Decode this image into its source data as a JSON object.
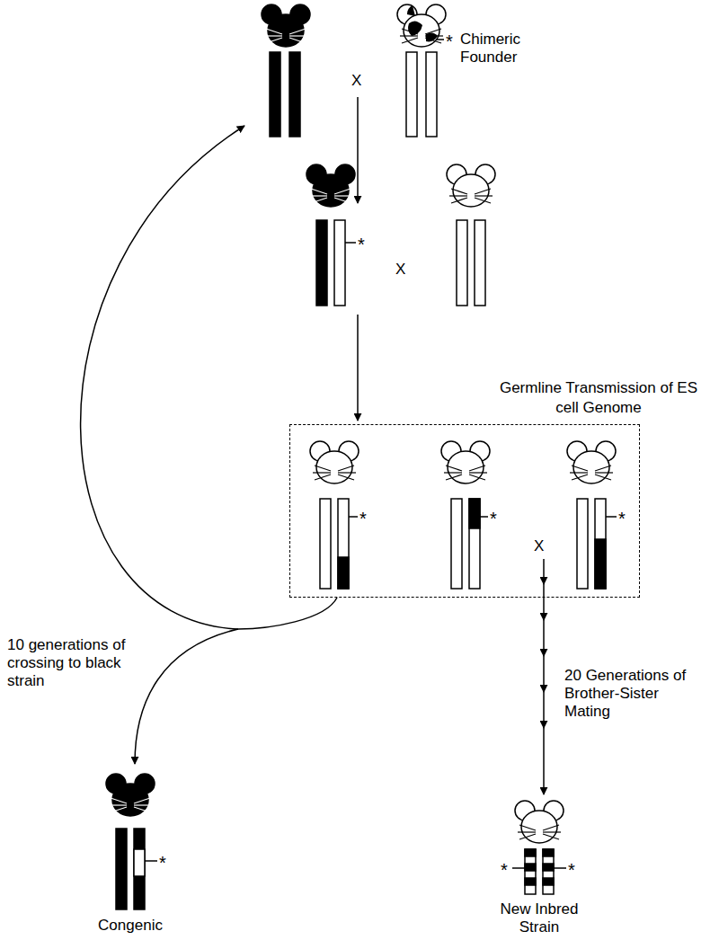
{
  "diagram": {
    "nodes": [
      {
        "text": [
          "Germline Transmission of ES cell Genome"
        ]
      }
    ],
    "labels": [
      "Chimeric Founder",
      "*",
      "X",
      "*",
      "X",
      "*",
      "*",
      "X",
      "*",
      "10 generations of crossing to black strain",
      "20 Generations of Brother-Sister Mating",
      "*",
      "Congenic",
      "*",
      "*",
      "New Inbred Strain"
    ]
  }
}
